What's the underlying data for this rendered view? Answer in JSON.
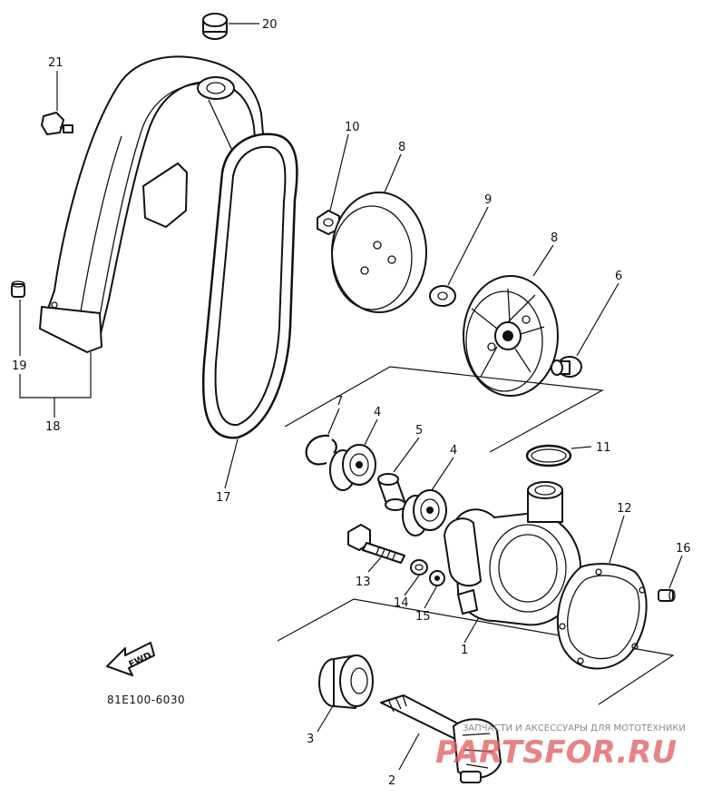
{
  "labels": [
    {
      "id": "20",
      "text": "20"
    },
    {
      "id": "21",
      "text": "21"
    },
    {
      "id": "10",
      "text": "10"
    },
    {
      "id": "8a",
      "text": "8"
    },
    {
      "id": "9",
      "text": "9"
    },
    {
      "id": "8b",
      "text": "8"
    },
    {
      "id": "6",
      "text": "6"
    },
    {
      "id": "19",
      "text": "19"
    },
    {
      "id": "18",
      "text": "18"
    },
    {
      "id": "7",
      "text": "7"
    },
    {
      "id": "4a",
      "text": "4"
    },
    {
      "id": "5",
      "text": "5"
    },
    {
      "id": "4b",
      "text": "4"
    },
    {
      "id": "11",
      "text": "11"
    },
    {
      "id": "17",
      "text": "17"
    },
    {
      "id": "12",
      "text": "12"
    },
    {
      "id": "16",
      "text": "16"
    },
    {
      "id": "13",
      "text": "13"
    },
    {
      "id": "14",
      "text": "14"
    },
    {
      "id": "15",
      "text": "15"
    },
    {
      "id": "1",
      "text": "1"
    },
    {
      "id": "3",
      "text": "3"
    },
    {
      "id": "2",
      "text": "2"
    }
  ],
  "arrow_text": "FWD",
  "diagram_code": "81E100-6030",
  "watermark": {
    "tagline": "ЗАПЧАСТИ И АКСЕССУАРЫ ДЛЯ МОТОТЕХНИКИ",
    "logo": "PARTSFOR.RU"
  }
}
